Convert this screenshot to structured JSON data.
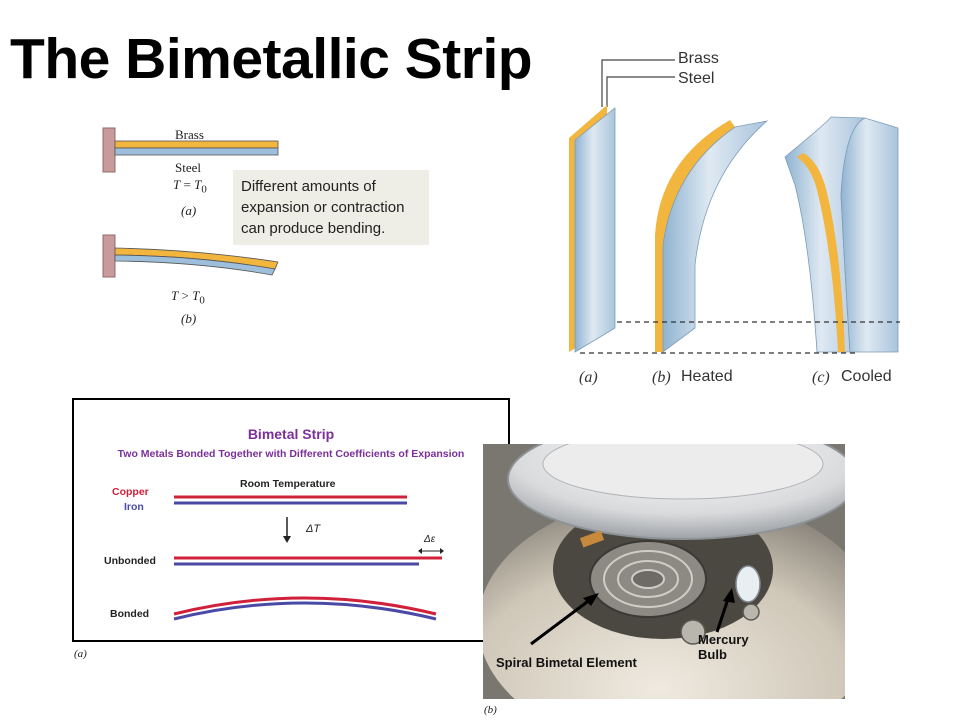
{
  "title": "The Bimetallic Strip",
  "fig1": {
    "brass": "Brass",
    "steel": "Steel",
    "eq_a_html": "<i>T</i> = <i>T</i><sub>0</sub>",
    "label_a": "(a)",
    "eq_b_html": "<i>T</i> &gt; <i>T</i><sub>0</sub>",
    "label_b": "(b)",
    "note": "Different amounts of expansion or contraction can produce bending."
  },
  "fig2": {
    "brass": "Brass",
    "steel": "Steel",
    "label_a": "(a)",
    "label_b": "(b)",
    "heated": "Heated",
    "label_c": "(c)",
    "cooled": "Cooled"
  },
  "fig3": {
    "title": "Bimetal Strip",
    "subtitle": "Two Metals Bonded Together with Different Coefficients of Expansion",
    "copper": "Copper",
    "iron": "Iron",
    "room_temp": "Room Temperature",
    "delta_t": "ΔT",
    "delta_e": "Δε",
    "unbonded": "Unbonded",
    "bonded": "Bonded",
    "caption_a": "(a)"
  },
  "fig4": {
    "spiral_label": "Spiral Bimetal Element",
    "mercury_line1": "Mercury",
    "mercury_line2": "Bulb",
    "caption_b": "(b)"
  },
  "colors": {
    "brass": "#f2b53e",
    "steel": "#9ebfdb",
    "copper": "#d0203a",
    "iron": "#4a4aa6",
    "note_bg": "#eeeee6",
    "heading_purple": "#7a2f9a"
  }
}
